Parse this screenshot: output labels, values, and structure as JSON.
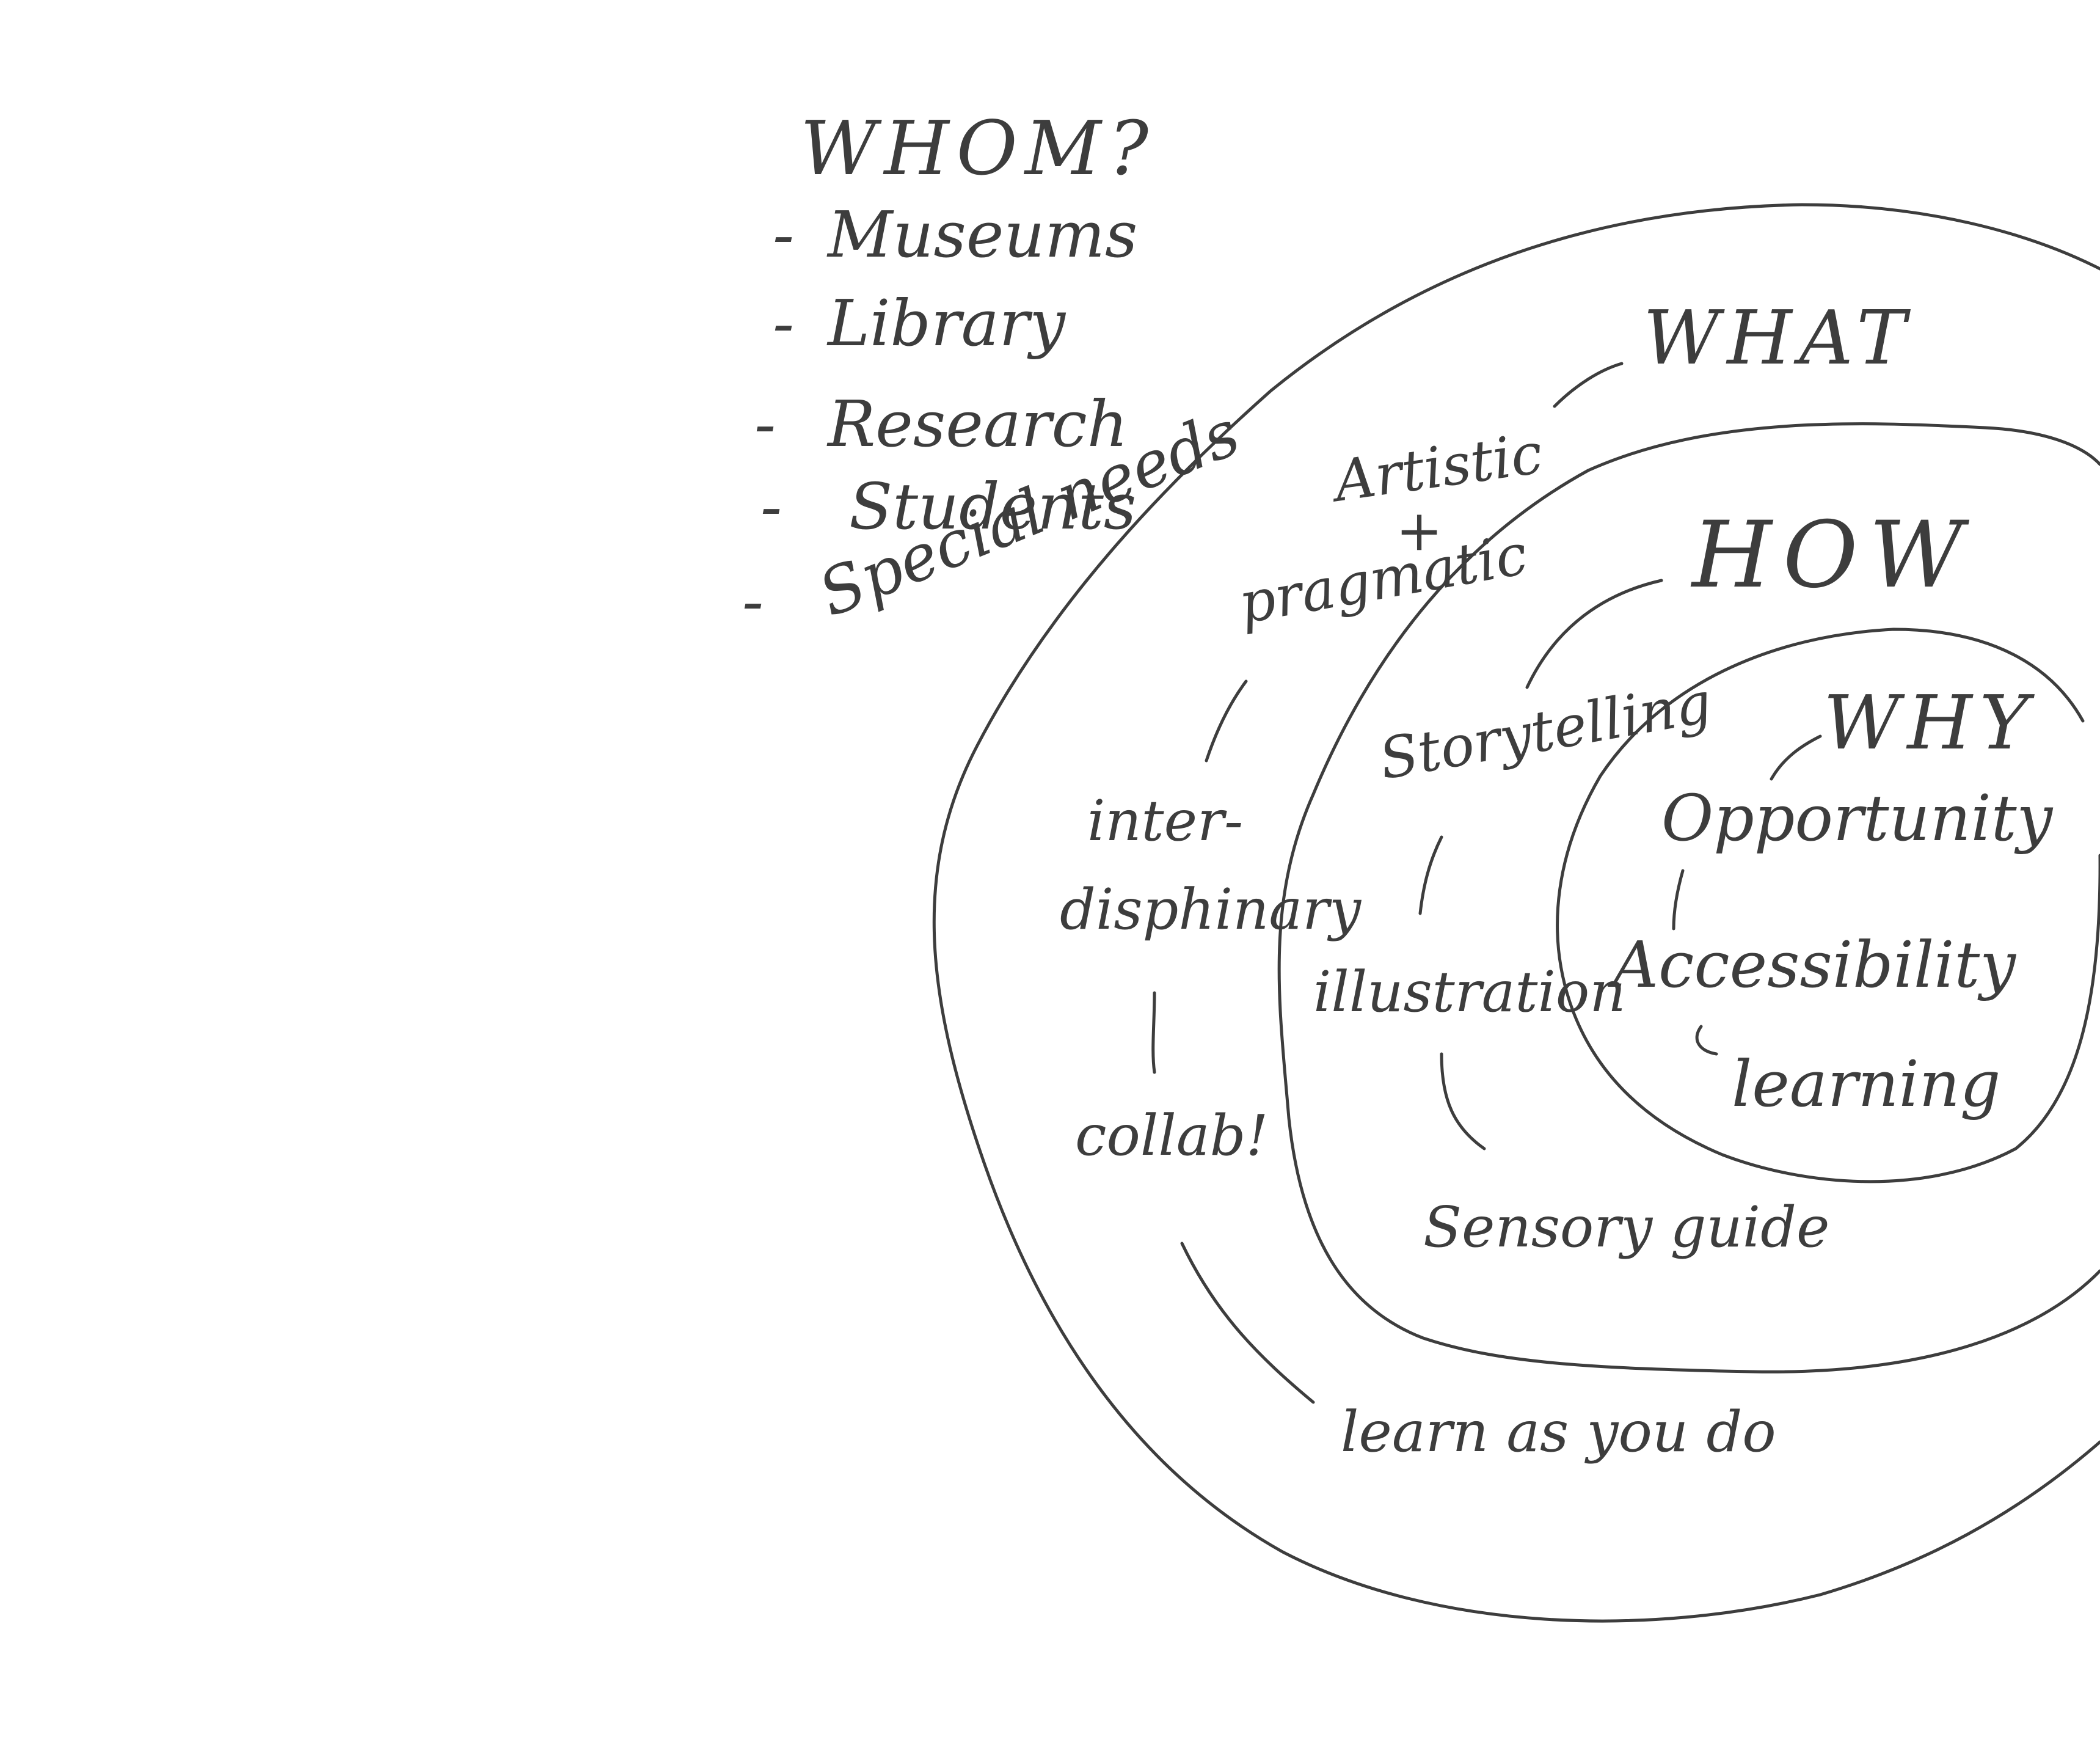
{
  "whom": {
    "title": "WHOM?",
    "items": [
      "Museums",
      "Library",
      "Research",
      "Students",
      "Special needs"
    ],
    "bullet": "-"
  },
  "what": {
    "title": "WHAT",
    "items": [
      "Artistic",
      "+",
      "pragmatic",
      "inter-",
      "disphinary",
      "collab!",
      "learn as you do"
    ]
  },
  "how": {
    "title": "HOW",
    "items": [
      "Storytelling",
      "illustration",
      "Sensory guide"
    ]
  },
  "why": {
    "title": "WHY",
    "items": [
      "Opportunity",
      "Accessibility",
      "learning"
    ]
  }
}
